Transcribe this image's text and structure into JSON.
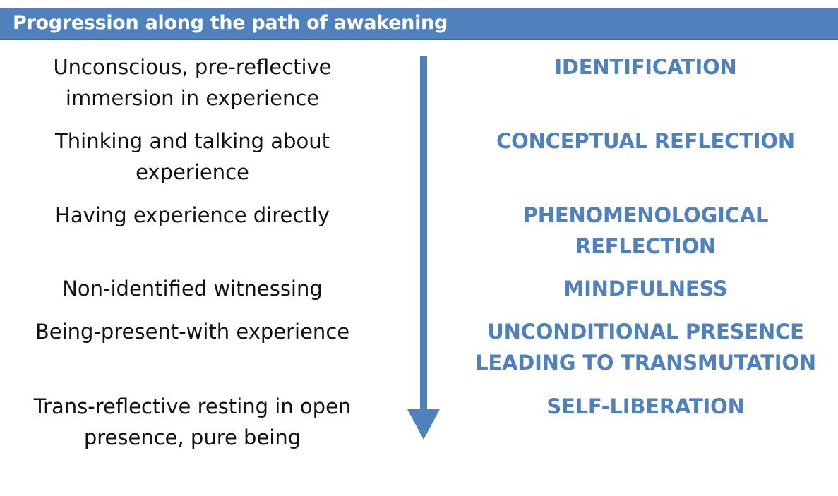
{
  "header": {
    "title": "Progression along the path of awakening"
  },
  "colors": {
    "accent": "#4f81bd",
    "text": "#111111"
  },
  "stages": [
    {
      "description_lines": [
        "Unconscious, pre-reflective",
        "immersion in experience"
      ],
      "label_lines": [
        "IDENTIFICATION"
      ]
    },
    {
      "description_lines": [
        "Thinking and talking about",
        "experience"
      ],
      "label_lines": [
        "CONCEPTUAL REFLECTION"
      ]
    },
    {
      "description_lines": [
        "Having experience directly"
      ],
      "label_lines": [
        "PHENOMENOLOGICAL",
        "REFLECTION"
      ]
    },
    {
      "description_lines": [
        "Non-identified witnessing"
      ],
      "label_lines": [
        "MINDFULNESS"
      ]
    },
    {
      "description_lines": [
        "Being-present-with experience"
      ],
      "label_lines": [
        "UNCONDITIONAL PRESENCE",
        "LEADING TO TRANSMUTATION"
      ]
    },
    {
      "description_lines": [
        "Trans-reflective resting in open",
        "presence, pure being"
      ],
      "label_lines": [
        "SELF-LIBERATION"
      ]
    }
  ]
}
